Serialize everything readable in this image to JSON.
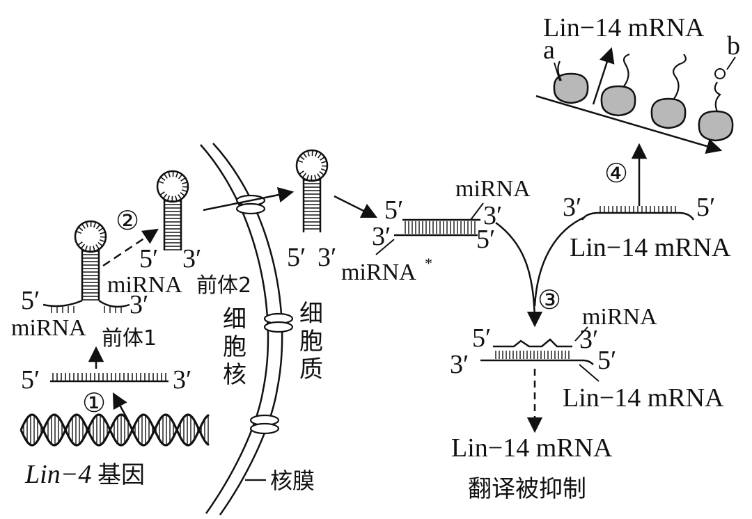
{
  "labels": {
    "gene_name": "Lin−4",
    "gene_suffix": "基因",
    "step1": "①",
    "step2": "②",
    "step3": "③",
    "step4": "④",
    "five_prime": "5′",
    "three_prime": "3′",
    "mirna": "miRNA",
    "mirna_star": "miRNA",
    "asterisk": "*",
    "precursor1": "前体1",
    "precursor2": "前体2",
    "nucleus": [
      "细",
      "胞",
      "核"
    ],
    "cytoplasm": [
      "细",
      "胞",
      "质"
    ],
    "nuclear_membrane": "核膜",
    "lin14_mrna": "Lin−14 mRNA",
    "inhibited": "翻译被抑制",
    "marker_a": "a",
    "marker_b": "b"
  }
}
